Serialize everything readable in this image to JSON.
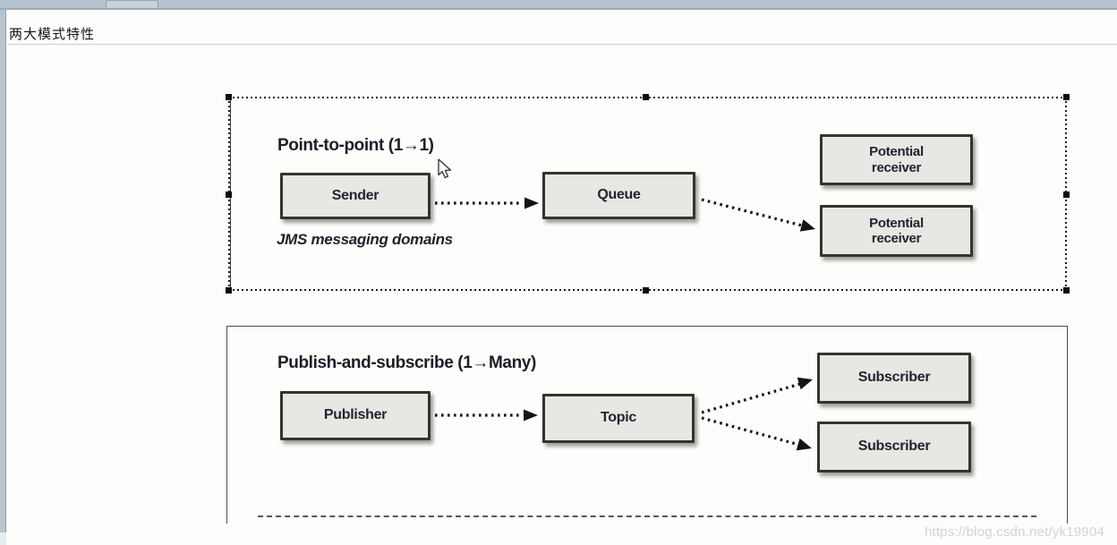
{
  "page": {
    "title": "两大模式特性"
  },
  "figures": {
    "point_to_point": {
      "title": "Point-to-point (1→1)",
      "caption": "JMS messaging domains",
      "sender": "Sender",
      "queue": "Queue",
      "receiver_top": "Potential\nreceiver",
      "receiver_bottom": "Potential\nreceiver"
    },
    "publish_subscribe": {
      "title": "Publish-and-subscribe (1→Many)",
      "publisher": "Publisher",
      "topic": "Topic",
      "subscriber_top": "Subscriber",
      "subscriber_bottom": "Subscriber"
    }
  },
  "watermark": {
    "text": "https://blog.csdn.net/yk19904"
  },
  "colors": {
    "top_bar": "#b4c3ce",
    "side_strip": "#b7c5d0",
    "node_fill": "#e7e8e3",
    "node_border": "#34342f",
    "selection_handle": "#0c0c0c",
    "watermark_text": "#ccd4da"
  }
}
